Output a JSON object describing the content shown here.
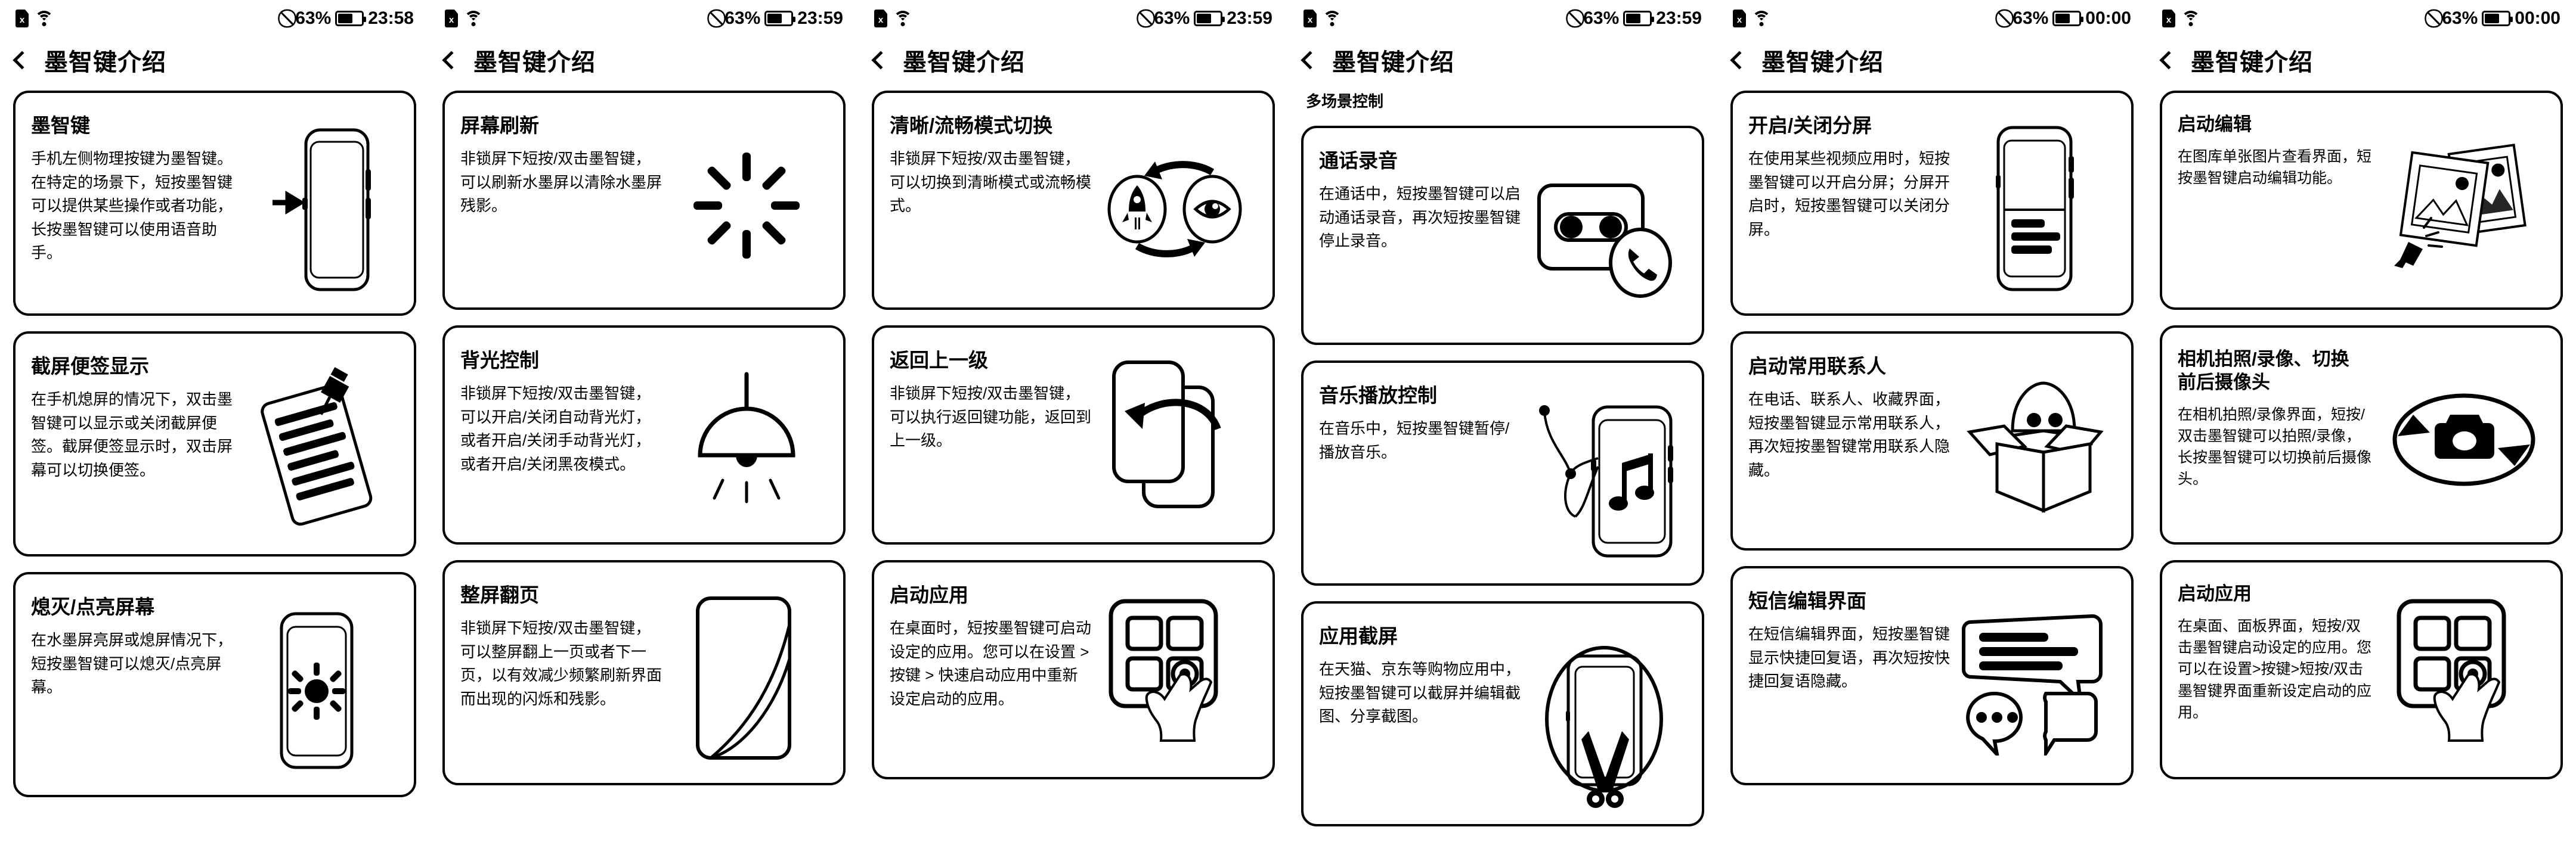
{
  "app": {
    "title": "墨智键介绍",
    "back_icon": "back-chevron-icon"
  },
  "panels": [
    {
      "id": "panel-1",
      "statusbar": {
        "sim_icon": "sim-card-off-icon",
        "wifi_icon": "wifi-icon",
        "mute_icon": "mute-icon",
        "battery_percent": "63%",
        "battery_icon": "battery-icon",
        "time": "23:58"
      },
      "section_heading": "",
      "cards": [
        {
          "title": "墨智键",
          "body": "手机左侧物理按键为墨智键。\n在特定的场景下，短按墨智键\n可以提供某些操作或者功能，\n长按墨智键可以使用语音助\n手。",
          "art": "phone-side-key-arrow-icon"
        },
        {
          "title": "截屏便签显示",
          "body": "在手机熄屏的情况下，双击墨\n智键可以显示或关闭截屏便\n签。截屏便签显示时，双击屏\n幕可以切换便签。",
          "art": "pinned-note-icon"
        },
        {
          "title": "熄灭/点亮屏幕",
          "body": "在水墨屏亮屏或熄屏情况下，\n短按墨智键可以熄灭/点亮屏\n幕。",
          "art": "phone-brightness-icon"
        }
      ]
    },
    {
      "id": "panel-2",
      "statusbar": {
        "sim_icon": "sim-card-off-icon",
        "wifi_icon": "wifi-icon",
        "mute_icon": "mute-icon",
        "battery_percent": "63%",
        "battery_icon": "battery-icon",
        "time": "23:59"
      },
      "section_heading": "",
      "cards": [
        {
          "title": "屏幕刷新",
          "body": "非锁屏下短按/双击墨智键，\n可以刷新水墨屏以清除水墨屏\n残影。",
          "art": "refresh-burst-icon"
        },
        {
          "title": "背光控制",
          "body": "非锁屏下短按/双击墨智键，\n可以开启/关闭自动背光灯，\n或者开启/关闭手动背光灯，\n或者开启/关闭黑夜模式。",
          "art": "lamp-icon"
        },
        {
          "title": "整屏翻页",
          "body": "非锁屏下短按/双击墨智键，\n可以整屏翻上一页或者下一\n页，以有效减少频繁刷新界面\n而出现的闪烁和残影。",
          "art": "page-turn-icon"
        }
      ]
    },
    {
      "id": "panel-3",
      "statusbar": {
        "sim_icon": "sim-card-off-icon",
        "wifi_icon": "wifi-icon",
        "mute_icon": "mute-icon",
        "battery_percent": "63%",
        "battery_icon": "battery-icon",
        "time": "23:59"
      },
      "section_heading": "",
      "cards": [
        {
          "title": "清晰/流畅模式切换",
          "body": "非锁屏下短按/双击墨智键，\n可以切换到清晰模式或流畅模\n式。",
          "art": "rocket-eye-swap-icon"
        },
        {
          "title": "返回上一级",
          "body": "非锁屏下短按/双击墨智键，\n可以执行返回键功能，返回到\n上一级。",
          "art": "back-arrow-cards-icon"
        },
        {
          "title": "启动应用",
          "body": "在桌面时，短按墨智键可启动\n设定的应用。您可以在设置 >\n按键 > 快速启动应用中重新\n设定启动的应用。",
          "art": "app-grid-tap-icon"
        }
      ]
    },
    {
      "id": "panel-4",
      "statusbar": {
        "sim_icon": "sim-card-off-icon",
        "wifi_icon": "wifi-icon",
        "mute_icon": "mute-icon",
        "battery_percent": "63%",
        "battery_icon": "battery-icon",
        "time": "23:59"
      },
      "section_heading": "多场景控制",
      "cards": [
        {
          "title": "通话录音",
          "body": "在通话中，短按墨智键可以启\n动通话录音，再次短按墨智键\n停止录音。",
          "art": "cassette-phone-icon"
        },
        {
          "title": "音乐播放控制",
          "body": "在音乐中，短按墨智键暂停/\n播放音乐。",
          "art": "earphones-music-icon"
        },
        {
          "title": "应用截屏",
          "body": "在天猫、京东等购物应用中，\n短按墨智键可以截屏并编辑截\n图、分享截图。",
          "art": "scissors-screenshot-icon"
        }
      ]
    },
    {
      "id": "panel-5",
      "statusbar": {
        "sim_icon": "sim-card-off-icon",
        "wifi_icon": "wifi-icon",
        "mute_icon": "mute-icon",
        "battery_percent": "63%",
        "battery_icon": "battery-icon",
        "time": "00:00"
      },
      "section_heading": "",
      "cards": [
        {
          "title": "开启/关闭分屏",
          "body": "在使用某些视频应用时，短按\n墨智键可以开启分屏；分屏开\n启时，短按墨智键可以关闭分\n屏。",
          "art": "split-screen-icon"
        },
        {
          "title": "启动常用联系人",
          "body": "在电话、联系人、收藏界面，\n短按墨智键显示常用联系人，\n再次短按墨智键常用联系人隐\n藏。",
          "art": "box-person-icon"
        },
        {
          "title": "短信编辑界面",
          "body": "在短信编辑界面，短按墨智键\n显示快捷回复语，再次短按快\n捷回复语隐藏。",
          "art": "chat-bubbles-icon"
        }
      ]
    },
    {
      "id": "panel-6",
      "statusbar": {
        "sim_icon": "sim-card-off-icon",
        "wifi_icon": "wifi-icon",
        "mute_icon": "mute-icon",
        "battery_percent": "63%",
        "battery_icon": "battery-icon",
        "time": "00:00"
      },
      "section_heading": "",
      "cards": [
        {
          "title": "启动编辑",
          "body": "在图库单张图片查看界面，短\n按墨智键启动编辑功能。",
          "art": "photo-edit-icon"
        },
        {
          "title": "相机拍照/录像、切换\n前后摄像头",
          "body": "在相机拍照/录像界面，短按/\n双击墨智键可以拍照/录像，\n长按墨智键可以切换前后摄像\n头。",
          "art": "camera-rotate-icon"
        },
        {
          "title": "启动应用",
          "body": "在桌面、面板界面，短按/双\n击墨智键启动设定的应用。您\n可以在设置>按键>短按/双击\n墨智键界面重新设定启动的应\n用。",
          "art": "app-grid-tap-icon"
        }
      ]
    }
  ],
  "colors": {
    "ink": "#000000",
    "paper": "#ffffff"
  }
}
